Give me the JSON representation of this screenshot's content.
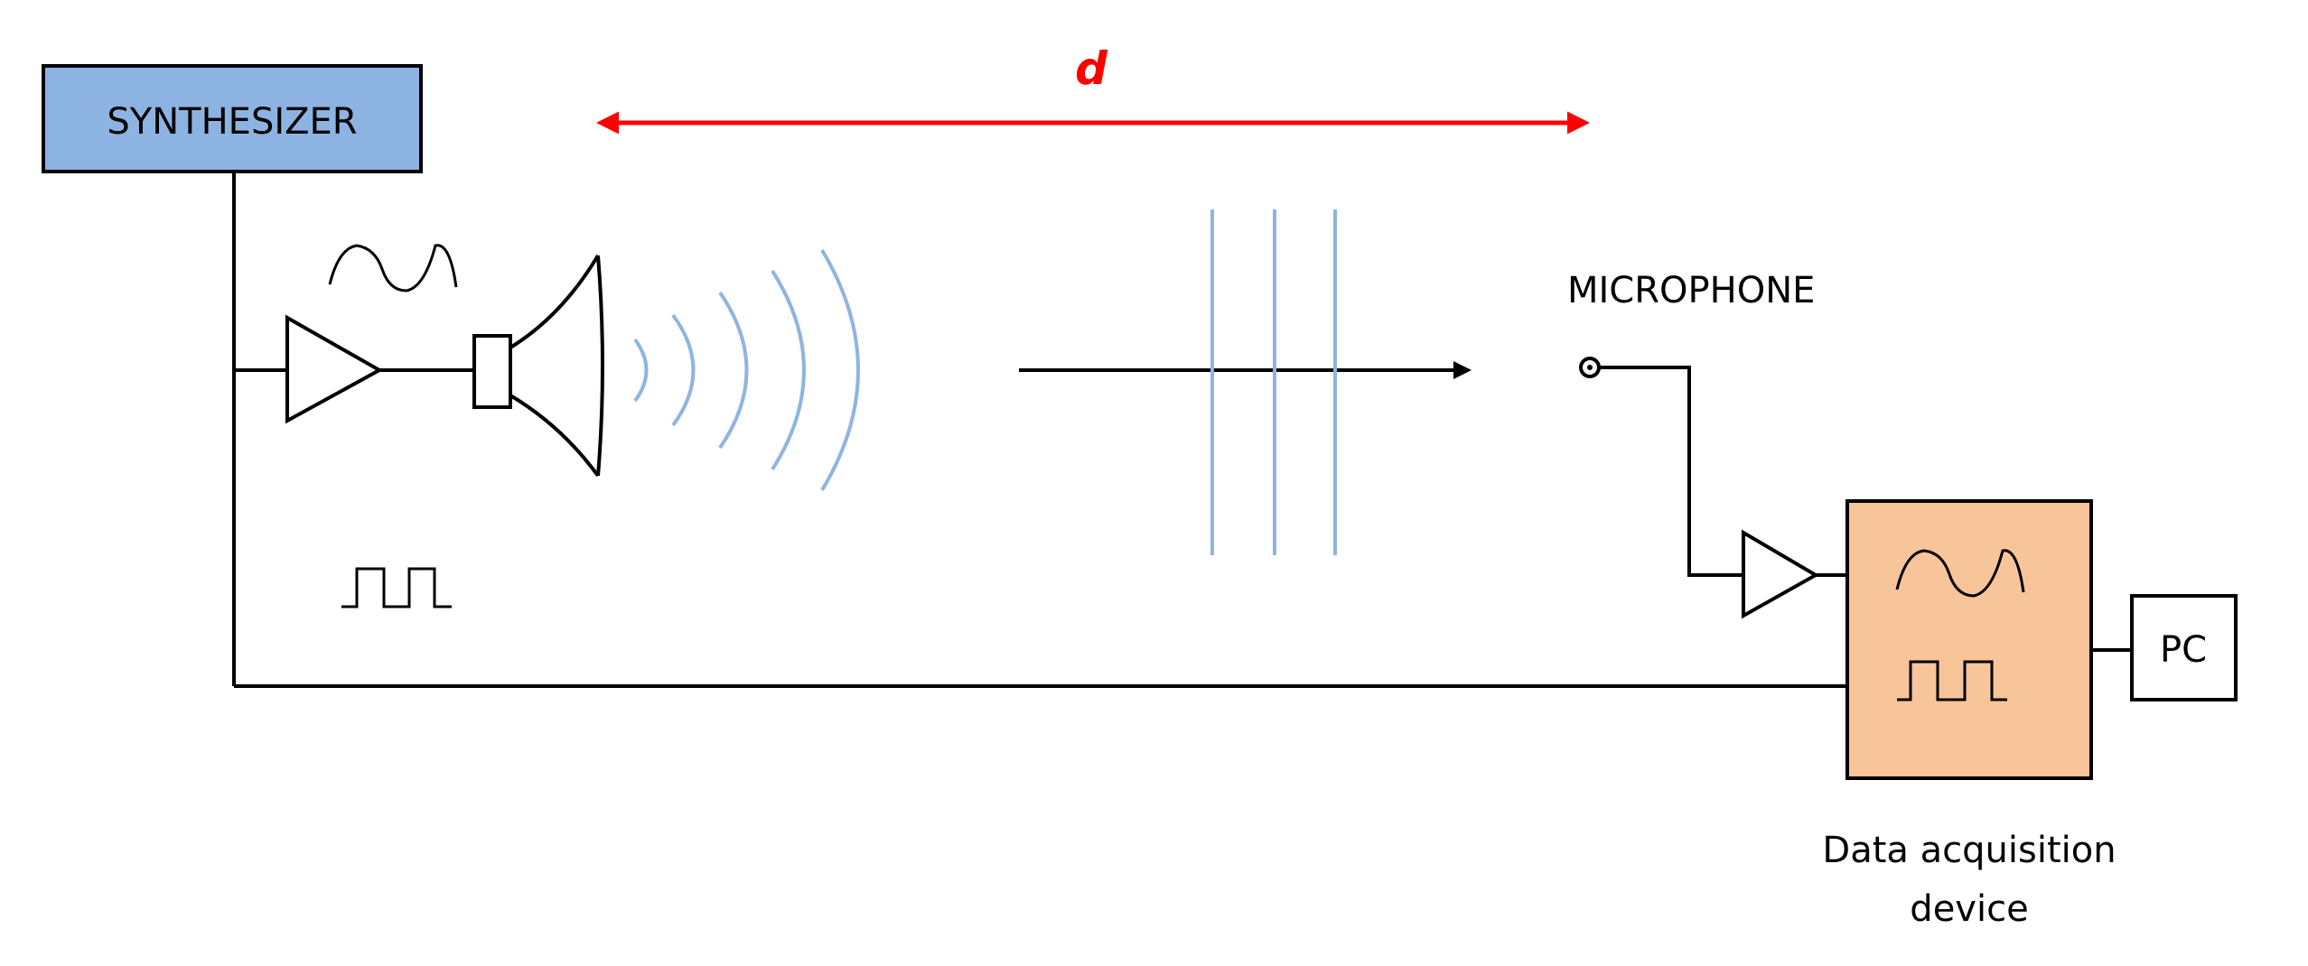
{
  "labels": {
    "synthesizer": "SYNTHESIZER",
    "microphone": "MICROPHONE",
    "distance": "d",
    "daq_line1": "Data acquisition",
    "daq_line2": "device",
    "pc": "PC"
  },
  "colors": {
    "synthesizer_fill": "#8db3e2",
    "daq_fill": "#f8c49a",
    "distance_arrow": "#ff0000",
    "sound_waves": "#8fb4e3",
    "wires": "#000000"
  },
  "icons": {
    "sine_wave": "sine-wave-icon",
    "square_wave": "square-wave-icon",
    "amplifier": "triangle-amplifier",
    "loudspeaker": "horn-speaker",
    "microphone": "mic-dot"
  }
}
